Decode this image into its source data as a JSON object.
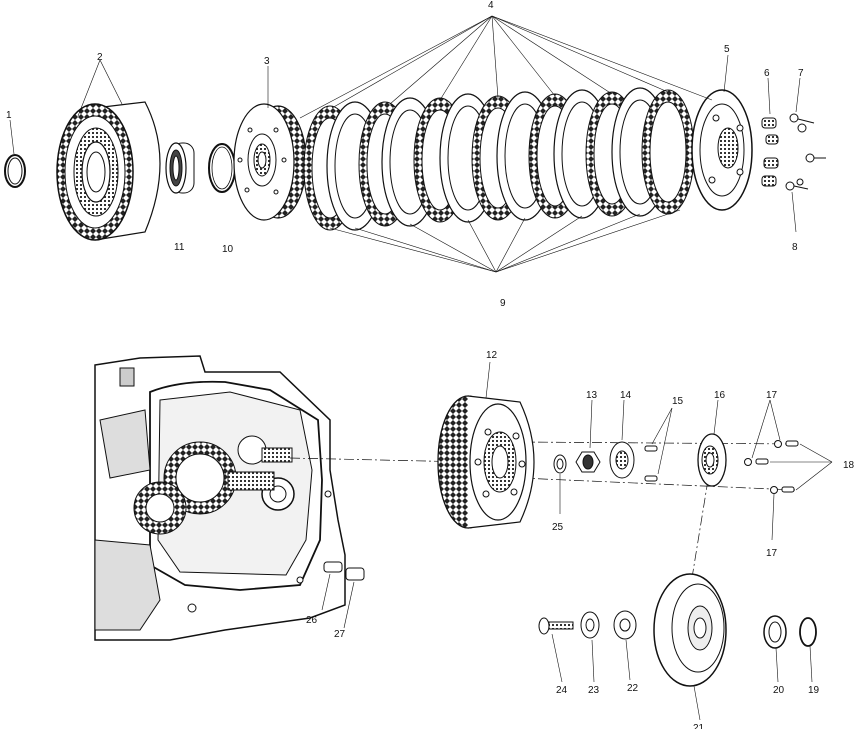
{
  "callouts": [
    {
      "id": "1",
      "text": "1"
    },
    {
      "id": "2",
      "text": "2"
    },
    {
      "id": "3",
      "text": "3"
    },
    {
      "id": "4",
      "text": "4"
    },
    {
      "id": "5",
      "text": "5"
    },
    {
      "id": "6",
      "text": "6"
    },
    {
      "id": "7",
      "text": "7"
    },
    {
      "id": "8",
      "text": "8"
    },
    {
      "id": "9",
      "text": "9"
    },
    {
      "id": "10",
      "text": "10"
    },
    {
      "id": "11",
      "text": "11"
    },
    {
      "id": "12",
      "text": "12"
    },
    {
      "id": "13",
      "text": "13"
    },
    {
      "id": "14",
      "text": "14"
    },
    {
      "id": "15",
      "text": "15"
    },
    {
      "id": "16",
      "text": "16"
    },
    {
      "id": "17a",
      "text": "17"
    },
    {
      "id": "17b",
      "text": "17"
    },
    {
      "id": "18",
      "text": "18"
    },
    {
      "id": "19",
      "text": "19"
    },
    {
      "id": "20",
      "text": "20"
    },
    {
      "id": "21",
      "text": "21"
    },
    {
      "id": "22",
      "text": "22"
    },
    {
      "id": "23",
      "text": "23"
    },
    {
      "id": "24",
      "text": "24"
    },
    {
      "id": "25",
      "text": "25"
    },
    {
      "id": "26",
      "text": "26"
    },
    {
      "id": "27",
      "text": "27"
    }
  ]
}
